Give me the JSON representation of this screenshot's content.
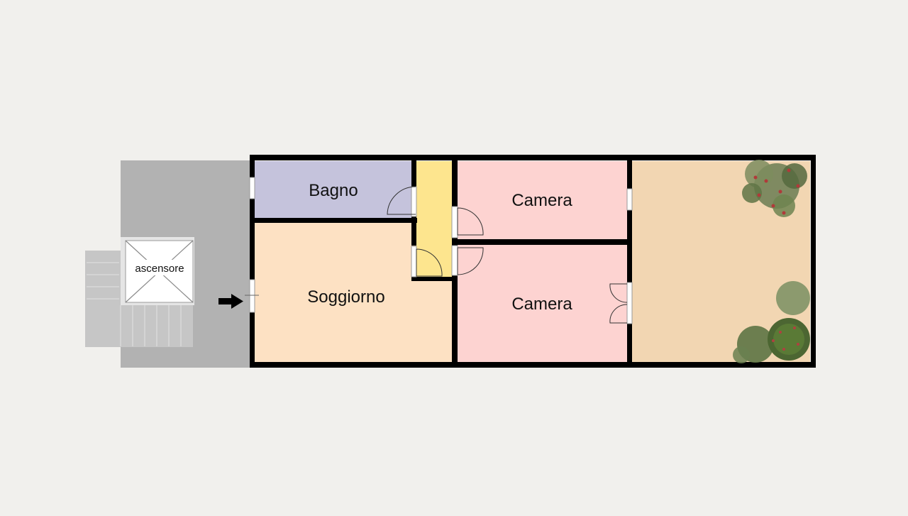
{
  "plan": {
    "rooms": [
      {
        "id": "bagno",
        "label": "Bagno",
        "color": "#c5c3dc"
      },
      {
        "id": "soggiorno",
        "label": "Soggiorno",
        "color": "#fde1c3"
      },
      {
        "id": "camera_top",
        "label": "Camera",
        "color": "#fdd3d1"
      },
      {
        "id": "camera_bottom",
        "label": "Camera",
        "color": "#fdd3d1"
      },
      {
        "id": "corridoio",
        "label": "",
        "color": "#fde58e"
      },
      {
        "id": "terrazzo",
        "label": "",
        "color": "#f2d6b2"
      }
    ],
    "elevator_label": "ascensore",
    "colors": {
      "wall": "#000000",
      "landing": "#b2b2b2",
      "stairs": "#c3c3c3",
      "background": "#f1f0ed",
      "plants": "#5d7a3c",
      "flowers": "#b03a3a"
    },
    "icons": [
      "entrance-arrow-icon",
      "elevator-cross-icon",
      "plant-icon"
    ]
  }
}
